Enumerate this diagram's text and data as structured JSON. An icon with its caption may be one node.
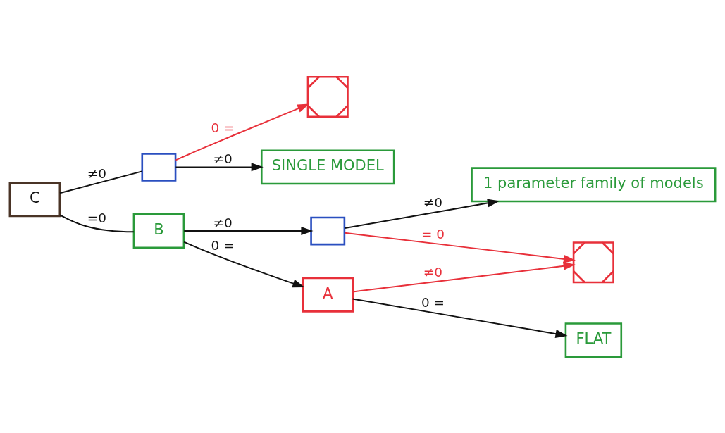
{
  "diagram": {
    "nodes": [
      {
        "text": [
          "C"
        ]
      },
      {
        "text": [],
        "shape": "box"
      },
      {
        "text": [],
        "shape": "box"
      },
      {
        "text": [
          "SINGLE MODEL"
        ]
      },
      {
        "text": [
          "B"
        ]
      },
      {
        "text": [],
        "shape": "box"
      },
      {
        "text": [
          "1 parameter family of models"
        ]
      },
      {
        "text": [
          "A"
        ]
      },
      {
        "text": [],
        "shape": "box"
      },
      {
        "text": [
          "FLAT"
        ]
      }
    ],
    "edges": [
      {
        "from": 0,
        "to": 1,
        "arrow": "none",
        "label": "≠0"
      },
      {
        "from": 0,
        "to": 4,
        "arrow": "none",
        "label": "=0"
      },
      {
        "from": 1,
        "to": 2,
        "arrow": "to",
        "label": "0 =",
        "color": "#e8303a"
      },
      {
        "from": 1,
        "to": 3,
        "arrow": "to",
        "label": "≠0"
      },
      {
        "from": 4,
        "to": 5,
        "arrow": "to",
        "label": "≠0"
      },
      {
        "from": 5,
        "to": 6,
        "arrow": "to",
        "label": "≠0"
      },
      {
        "from": 5,
        "to": 8,
        "arrow": "to",
        "label": "= 0",
        "color": "#e8303a"
      },
      {
        "from": 4,
        "to": 7,
        "arrow": "to",
        "label": "0 ="
      },
      {
        "from": 7,
        "to": 8,
        "arrow": "to",
        "label": "≠0",
        "color": "#e8303a"
      },
      {
        "from": 7,
        "to": 9,
        "arrow": "to",
        "label": "0 ="
      }
    ]
  }
}
